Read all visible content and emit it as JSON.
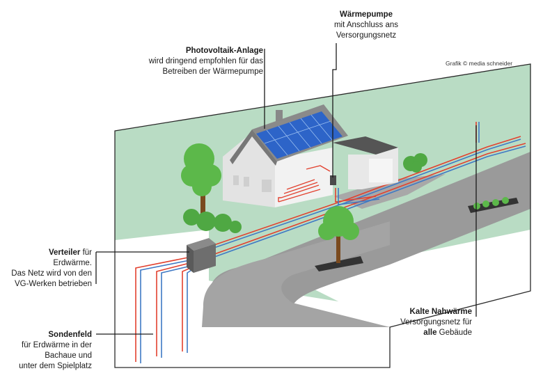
{
  "credit": "Grafik © media schneider",
  "labels": {
    "waermepumpe": {
      "title": "Wärmepumpe",
      "line1": "mit Anschluss ans",
      "line2": "Versorgungsnetz"
    },
    "photovoltaik": {
      "title": "Photovoltaik-Anlage",
      "line1": "wird dringend empfohlen für das",
      "line2": "Betreiben der Wärmepumpe"
    },
    "verteiler": {
      "title": "Verteiler",
      "title_suffix": " für",
      "line1": "Erdwärme.",
      "line2": "Das Netz wird von den",
      "line3": "VG-Werken betrieben"
    },
    "sondenfeld": {
      "title": "Sondenfeld",
      "line1": "für Erdwärme in der",
      "line2": "Bachaue und",
      "line3": "unter dem Spielplatz"
    },
    "nahwaerme": {
      "title": "Kalte Nahwärme",
      "line1": "Versorgungsnetz für",
      "line2_bold": "alle",
      "line2_rest": " Gebäude"
    }
  },
  "colors": {
    "ground": "#b9dcc4",
    "ground_dark": "#a9d1b6",
    "road": "#9a9a9a",
    "road_light": "#a8a8a8",
    "pipe_red": "#e2412f",
    "pipe_blue": "#3f79c4",
    "tree_green": "#5cb84a",
    "trunk": "#7a4a1e",
    "solar": "#2d64c8",
    "roof": "#8a8a8a",
    "wall": "#e8e8e8",
    "frame": "#2a2a2a"
  }
}
